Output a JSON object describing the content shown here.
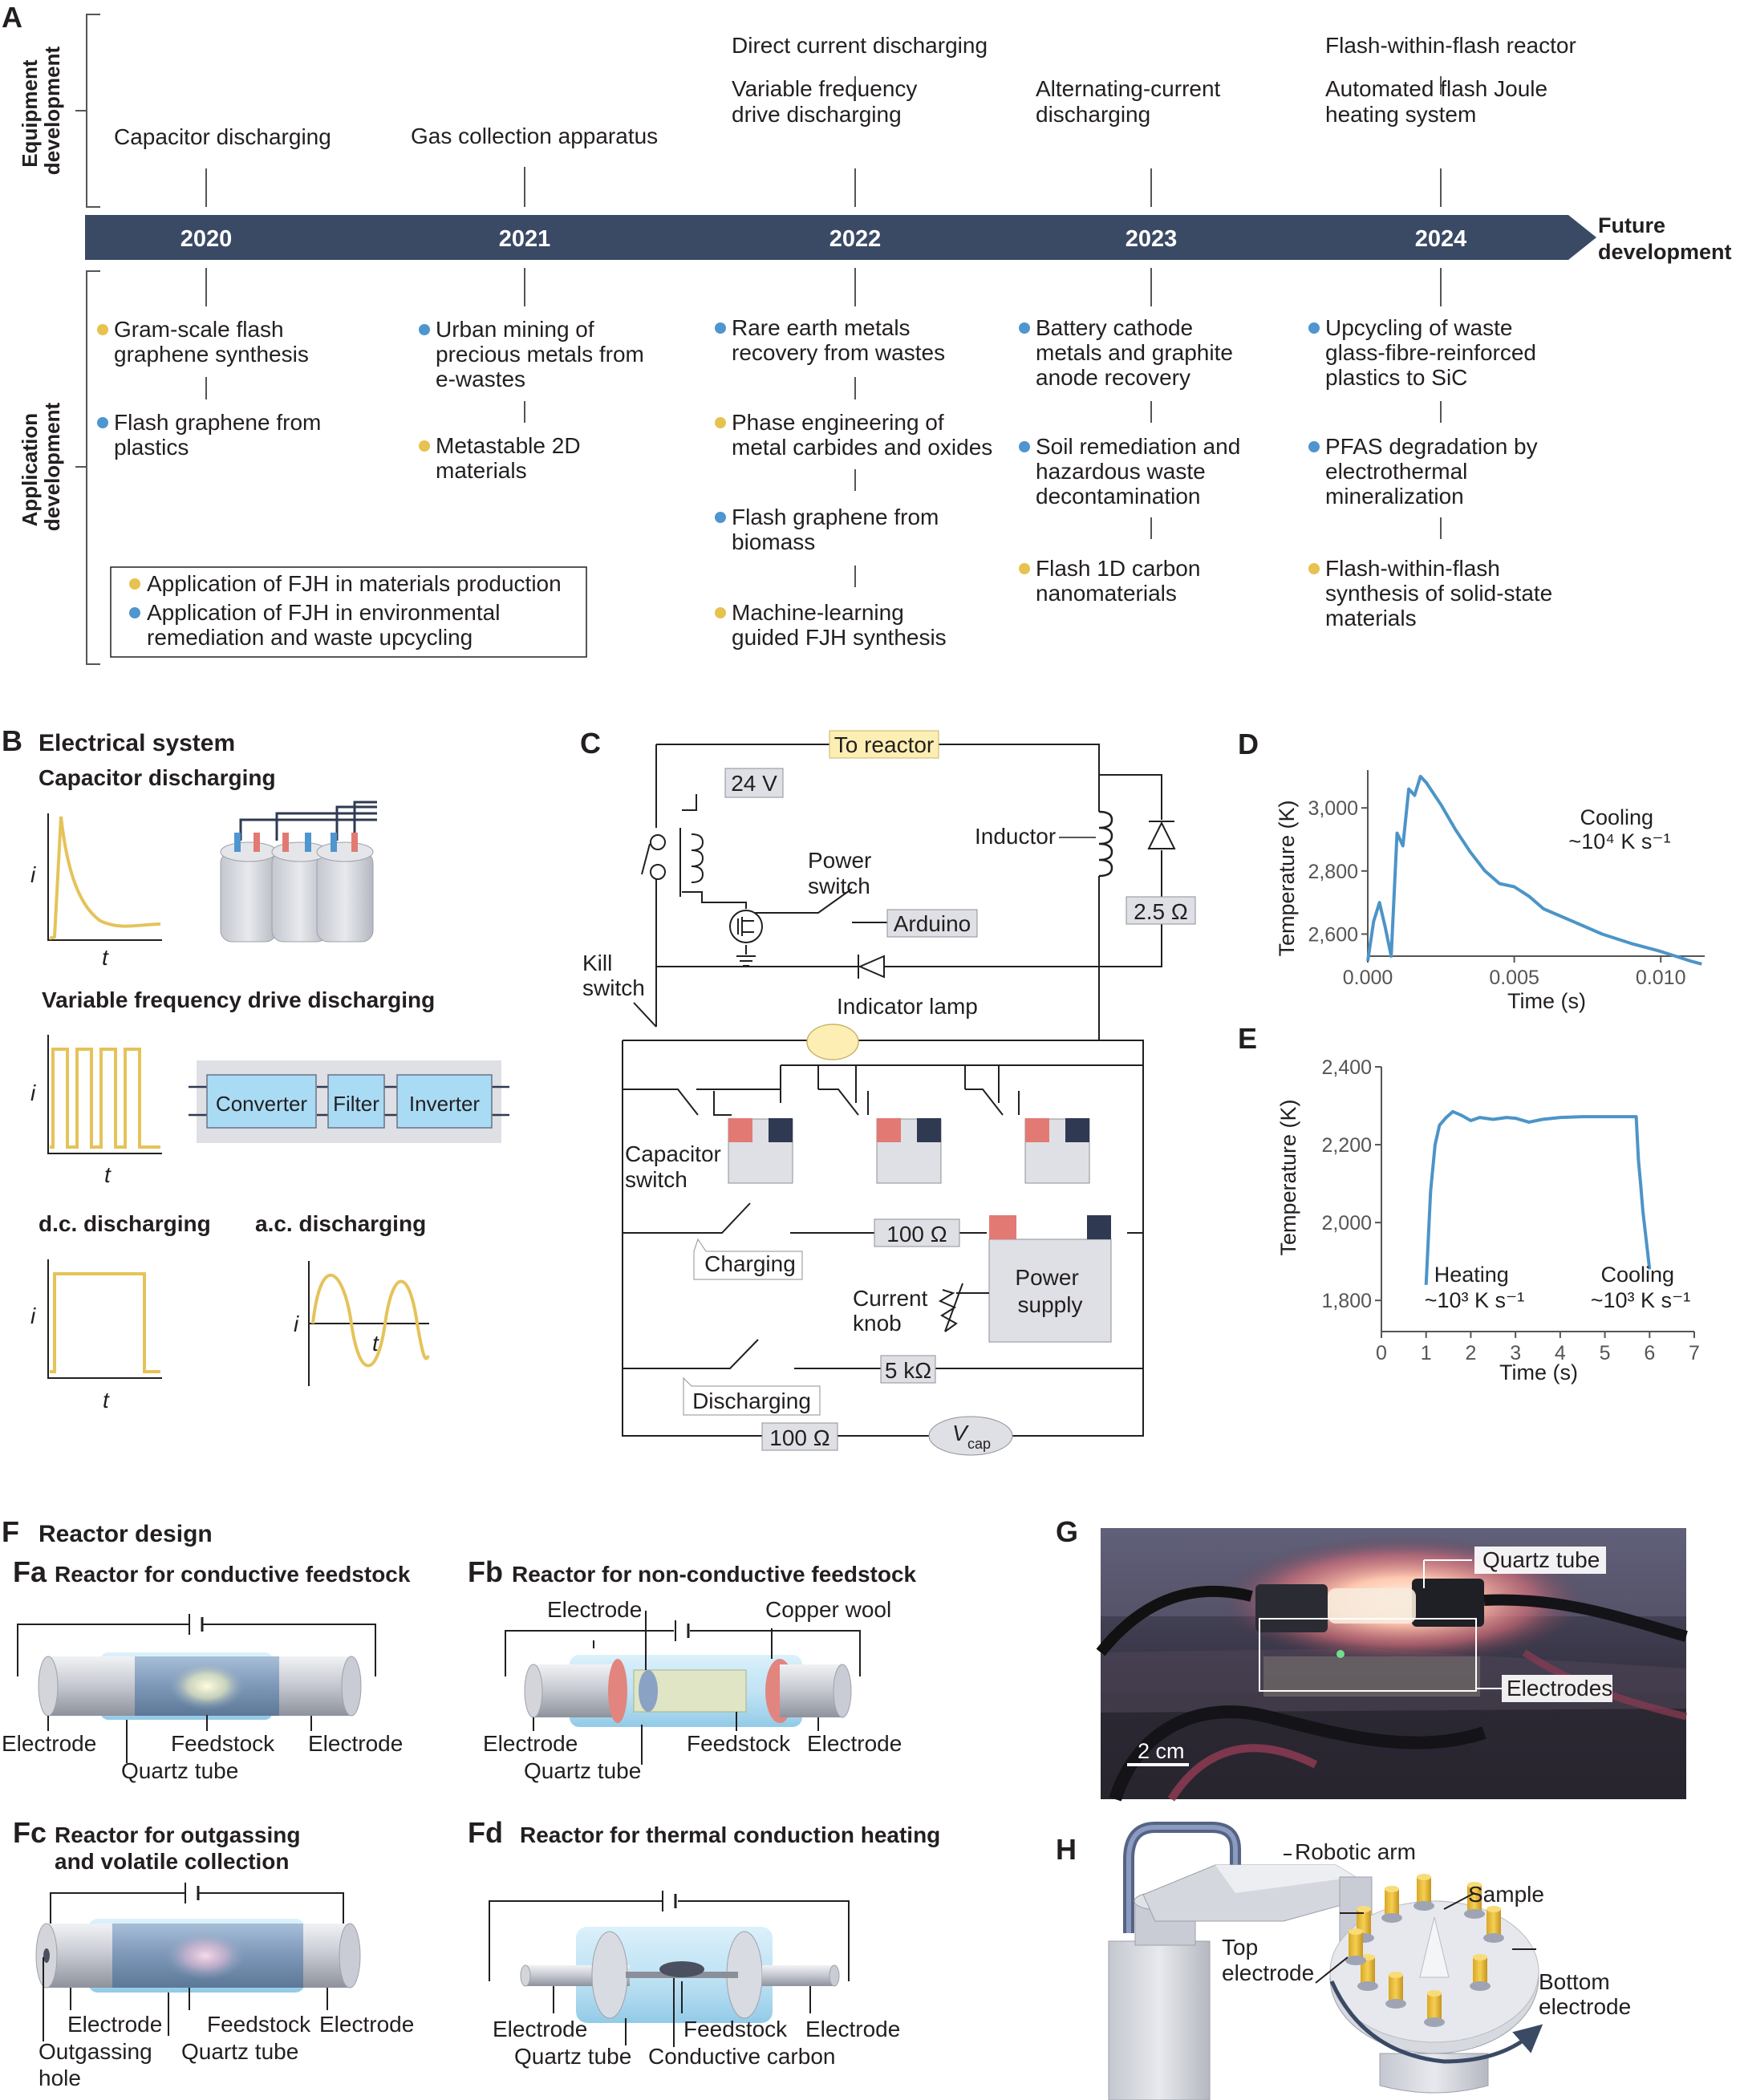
{
  "panelA": {
    "letter": "A",
    "equipment_label": [
      "Equipment",
      "development"
    ],
    "application_label": [
      "Application",
      "development"
    ],
    "years": [
      "2020",
      "2021",
      "2022",
      "2023",
      "2024"
    ],
    "future": [
      "Future",
      "development"
    ],
    "equipment": [
      {
        "lines": [
          "Capacitor discharging"
        ]
      },
      {
        "lines": [
          "Gas collection apparatus"
        ]
      },
      {
        "lines": [
          "Direct current discharging"
        ]
      },
      {
        "lines": [
          "Variable frequency",
          "drive discharging"
        ]
      },
      {
        "lines": [
          "Alternating-current",
          "discharging"
        ]
      },
      {
        "lines": [
          "Flash-within-flash reactor"
        ]
      },
      {
        "lines": [
          "Automated flash Joule",
          "heating system"
        ]
      }
    ],
    "applications": [
      {
        "type": "materials",
        "lines": [
          "Gram-scale flash",
          "graphene synthesis"
        ]
      },
      {
        "type": "environment",
        "lines": [
          "Flash graphene from",
          "plastics"
        ]
      },
      {
        "type": "environment",
        "lines": [
          "Urban mining of",
          "precious metals from",
          "e-wastes"
        ]
      },
      {
        "type": "materials",
        "lines": [
          "Metastable 2D",
          "materials"
        ]
      },
      {
        "type": "environment",
        "lines": [
          "Rare earth metals",
          "recovery from wastes"
        ]
      },
      {
        "type": "materials",
        "lines": [
          "Phase engineering of",
          "metal carbides and oxides"
        ]
      },
      {
        "type": "environment",
        "lines": [
          "Flash graphene from",
          "biomass"
        ]
      },
      {
        "type": "materials",
        "lines": [
          "Machine-learning",
          "guided FJH synthesis"
        ]
      },
      {
        "type": "environment",
        "lines": [
          "Battery cathode",
          "metals and graphite",
          "anode recovery"
        ]
      },
      {
        "type": "environment",
        "lines": [
          "Soil remediation and",
          "hazardous waste",
          "decontamination"
        ]
      },
      {
        "type": "materials",
        "lines": [
          "Flash 1D carbon",
          "nanomaterials"
        ]
      },
      {
        "type": "environment",
        "lines": [
          "Upcycling of waste",
          "glass-fibre-reinforced",
          "plastics to SiC"
        ]
      },
      {
        "type": "environment",
        "lines": [
          "PFAS degradation by",
          "electrothermal",
          "mineralization"
        ]
      },
      {
        "type": "materials",
        "lines": [
          "Flash-within-flash",
          "synthesis of solid-state",
          "materials"
        ]
      }
    ],
    "legend": [
      {
        "type": "materials",
        "lines": [
          "Application of FJH in materials production"
        ]
      },
      {
        "type": "environment",
        "lines": [
          "Application of FJH in environmental",
          "remediation and waste upcycling"
        ]
      }
    ]
  },
  "colors": {
    "timeline": "#3a4a65",
    "materials": "#e6c24f",
    "environment": "#4f95cf",
    "curve": "#4c94c8",
    "wave": "#e5c35a",
    "box_blue": "#a9dbf4",
    "red_terminal": "#e27a73",
    "navy_terminal": "#2f3a52",
    "highlight": "#fdefb3"
  },
  "panelB": {
    "letter": "B",
    "title": "Electrical system",
    "cap": "Capacitor discharging",
    "vfd": "Variable frequency drive discharging",
    "dc": "d.c. discharging",
    "ac": "a.c. discharging",
    "i": "i",
    "t": "t",
    "converter": "Converter",
    "filter": "Filter",
    "inverter": "Inverter"
  },
  "panelC": {
    "letter": "C",
    "to_reactor": "To reactor",
    "v24": "24 V",
    "inductor": "Inductor",
    "power_switch": [
      "Power",
      "switch"
    ],
    "arduino": "Arduino",
    "r25": "2.5 Ω",
    "kill": [
      "Kill",
      "switch"
    ],
    "lamp": "Indicator lamp",
    "cap_switch": [
      "Capacitor",
      "switch"
    ],
    "r100a": "100 Ω",
    "charging": "Charging",
    "power_supply": [
      "Power",
      "supply"
    ],
    "current_knob": [
      "Current",
      "knob"
    ],
    "r5k": "5 kΩ",
    "discharging": "Discharging",
    "r100b": "100 Ω",
    "vcap": "V",
    "vcap_sub": "cap"
  },
  "panelD": {
    "letter": "D",
    "ylabel": "Temperature (K)",
    "xlabel": "Time (s)",
    "yticks": [
      "2,600",
      "2,800",
      "3,000"
    ],
    "xticks": [
      "0.000",
      "0.005",
      "0.010"
    ],
    "annot": [
      "Cooling",
      "~10⁴ K s⁻¹"
    ]
  },
  "panelE": {
    "letter": "E",
    "ylabel": "Temperature (K)",
    "xlabel": "Time (s)",
    "yticks": [
      "1,800",
      "2,000",
      "2,200",
      "2,400"
    ],
    "xticks": [
      "0",
      "1",
      "2",
      "3",
      "4",
      "5",
      "6",
      "7"
    ],
    "heat": [
      "Heating",
      "~10³ K s⁻¹"
    ],
    "cool": [
      "Cooling",
      "~10³ K s⁻¹"
    ]
  },
  "chart_data": [
    {
      "type": "line",
      "panel": "D",
      "xlabel": "Time (s)",
      "ylabel": "Temperature (K)",
      "xlim": [
        0,
        0.0115
      ],
      "ylim": [
        2530,
        3120
      ],
      "series": [
        {
          "x": [
            0.0,
            0.0002,
            0.0004,
            0.0006,
            0.0008,
            0.001,
            0.0012,
            0.0014,
            0.0016,
            0.0018,
            0.002,
            0.0025,
            0.003,
            0.0035,
            0.004,
            0.0045,
            0.005,
            0.0055,
            0.006,
            0.007,
            0.008,
            0.009,
            0.01,
            0.0105,
            0.011,
            0.0114
          ],
          "y": [
            2515,
            2640,
            2700,
            2620,
            2530,
            2920,
            2880,
            3060,
            3040,
            3100,
            3080,
            3010,
            2930,
            2860,
            2800,
            2760,
            2750,
            2720,
            2680,
            2640,
            2600,
            2570,
            2545,
            2530,
            2515,
            2505
          ]
        }
      ]
    },
    {
      "type": "line",
      "panel": "E",
      "xlabel": "Time (s)",
      "ylabel": "Temperature (K)",
      "xlim": [
        0,
        7
      ],
      "ylim": [
        1720,
        2400
      ],
      "series": [
        {
          "x": [
            1.0,
            1.05,
            1.1,
            1.2,
            1.3,
            1.45,
            1.6,
            1.8,
            2.0,
            2.2,
            2.5,
            2.8,
            3.0,
            3.3,
            3.6,
            4.0,
            4.5,
            5.0,
            5.5,
            5.7,
            5.75,
            5.8,
            5.85,
            5.9,
            5.95,
            6.0
          ],
          "y": [
            1840,
            1960,
            2080,
            2200,
            2250,
            2270,
            2285,
            2275,
            2262,
            2270,
            2265,
            2270,
            2268,
            2258,
            2265,
            2270,
            2272,
            2272,
            2272,
            2272,
            2160,
            2100,
            2030,
            1980,
            1930,
            1880
          ]
        }
      ]
    }
  ],
  "panelF": {
    "letter": "F",
    "title": "Reactor design",
    "fa": {
      "tag": "Fa",
      "title": "Reactor for conductive feedstock",
      "labels": [
        "Electrode",
        "Feedstock",
        "Electrode",
        "Quartz tube"
      ]
    },
    "fb": {
      "tag": "Fb",
      "title": "Reactor for non-conductive feedstock",
      "labels": [
        "Electrode",
        "Copper wool",
        "Electrode",
        "Feedstock",
        "Electrode",
        "Quartz tube"
      ]
    },
    "fc": {
      "tag": "Fc",
      "title": [
        "Reactor for outgassing",
        "and volatile collection"
      ],
      "labels": [
        "Electrode",
        "Feedstock",
        "Electrode",
        "Outgassing",
        "hole",
        "Quartz tube"
      ]
    },
    "fd": {
      "tag": "Fd",
      "title": "Reactor for thermal conduction heating",
      "labels": [
        "Electrode",
        "Feedstock",
        "Electrode",
        "Quartz tube",
        "Conductive carbon"
      ]
    }
  },
  "panelG": {
    "letter": "G",
    "quartz": "Quartz tube",
    "electrodes": "Electrodes",
    "scale": "2 cm"
  },
  "panelH": {
    "letter": "H",
    "arm": "Robotic arm",
    "sample": "Sample",
    "top": [
      "Top",
      "electrode"
    ],
    "bottom": [
      "Bottom",
      "electrode"
    ]
  }
}
